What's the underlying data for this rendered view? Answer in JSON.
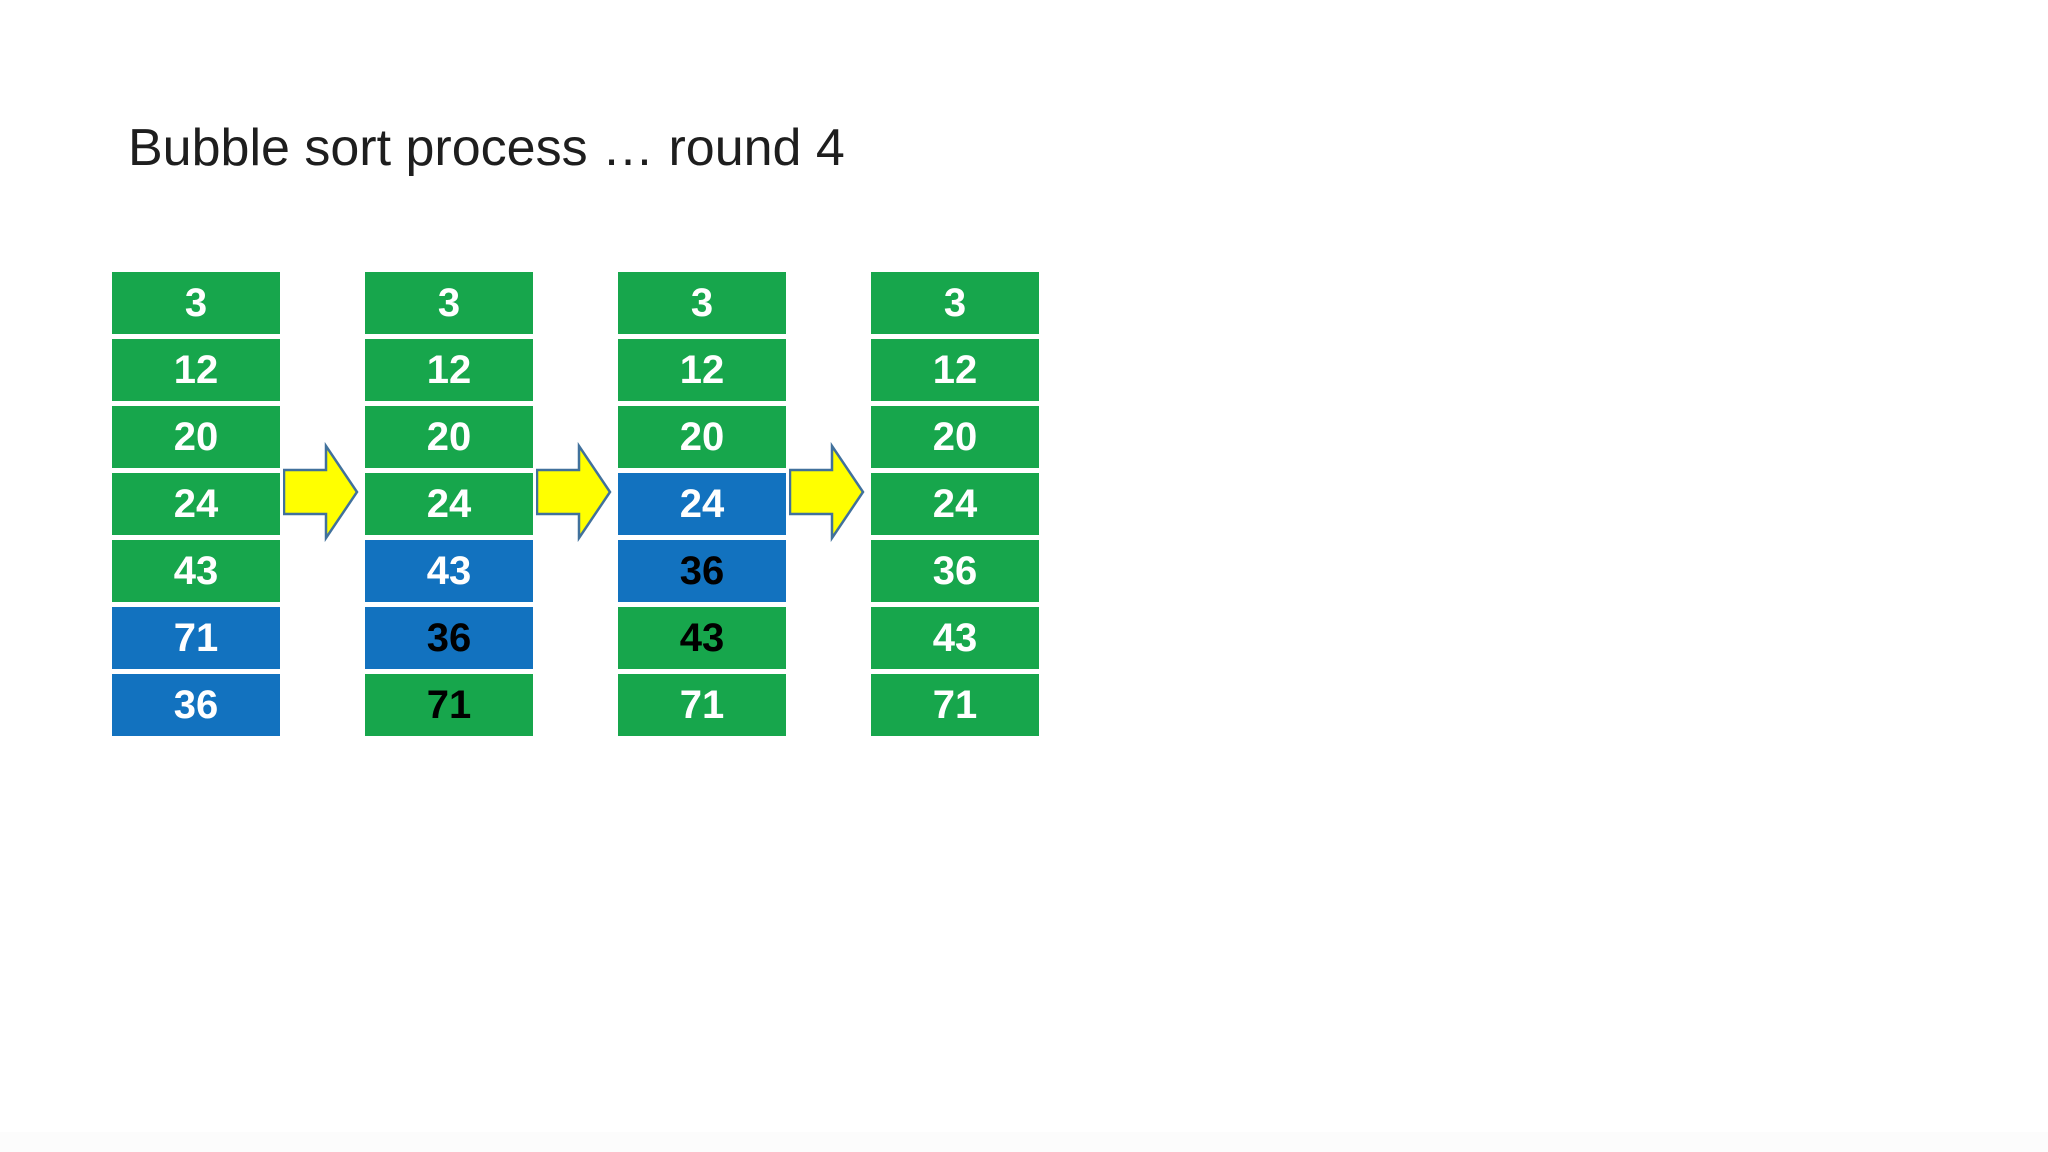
{
  "title": "Bubble sort process … round 4",
  "colors": {
    "green": "#17A64C",
    "blue": "#1272BF",
    "arrow_fill": "#FFFF00",
    "arrow_outline": "#41719C",
    "text_white": "#FFFFFF",
    "text_black": "#000000",
    "title_color": "#1e1e1e",
    "background": "#FFFFFF"
  },
  "diagram": {
    "description": "Four successive states of an array during round 4 of bubble sort, read left to right",
    "columns": [
      {
        "id": "state-1",
        "cells": [
          {
            "value": "3",
            "fill": "green",
            "text": "white"
          },
          {
            "value": "12",
            "fill": "green",
            "text": "white"
          },
          {
            "value": "20",
            "fill": "green",
            "text": "white"
          },
          {
            "value": "24",
            "fill": "green",
            "text": "white"
          },
          {
            "value": "43",
            "fill": "green",
            "text": "white"
          },
          {
            "value": "71",
            "fill": "blue",
            "text": "white"
          },
          {
            "value": "36",
            "fill": "blue",
            "text": "white"
          }
        ]
      },
      {
        "id": "state-2",
        "cells": [
          {
            "value": "3",
            "fill": "green",
            "text": "white"
          },
          {
            "value": "12",
            "fill": "green",
            "text": "white"
          },
          {
            "value": "20",
            "fill": "green",
            "text": "white"
          },
          {
            "value": "24",
            "fill": "green",
            "text": "white"
          },
          {
            "value": "43",
            "fill": "blue",
            "text": "white"
          },
          {
            "value": "36",
            "fill": "blue",
            "text": "black"
          },
          {
            "value": "71",
            "fill": "green",
            "text": "black"
          }
        ]
      },
      {
        "id": "state-3",
        "cells": [
          {
            "value": "3",
            "fill": "green",
            "text": "white"
          },
          {
            "value": "12",
            "fill": "green",
            "text": "white"
          },
          {
            "value": "20",
            "fill": "green",
            "text": "white"
          },
          {
            "value": "24",
            "fill": "blue",
            "text": "white"
          },
          {
            "value": "36",
            "fill": "blue",
            "text": "black"
          },
          {
            "value": "43",
            "fill": "green",
            "text": "black"
          },
          {
            "value": "71",
            "fill": "green",
            "text": "white"
          }
        ]
      },
      {
        "id": "state-4",
        "cells": [
          {
            "value": "3",
            "fill": "green",
            "text": "white"
          },
          {
            "value": "12",
            "fill": "green",
            "text": "white"
          },
          {
            "value": "20",
            "fill": "green",
            "text": "white"
          },
          {
            "value": "24",
            "fill": "green",
            "text": "white"
          },
          {
            "value": "36",
            "fill": "green",
            "text": "white"
          },
          {
            "value": "43",
            "fill": "green",
            "text": "white"
          },
          {
            "value": "71",
            "fill": "green",
            "text": "white"
          }
        ]
      }
    ],
    "arrows": [
      {
        "id": "arrow-1"
      },
      {
        "id": "arrow-2"
      },
      {
        "id": "arrow-3"
      }
    ]
  }
}
